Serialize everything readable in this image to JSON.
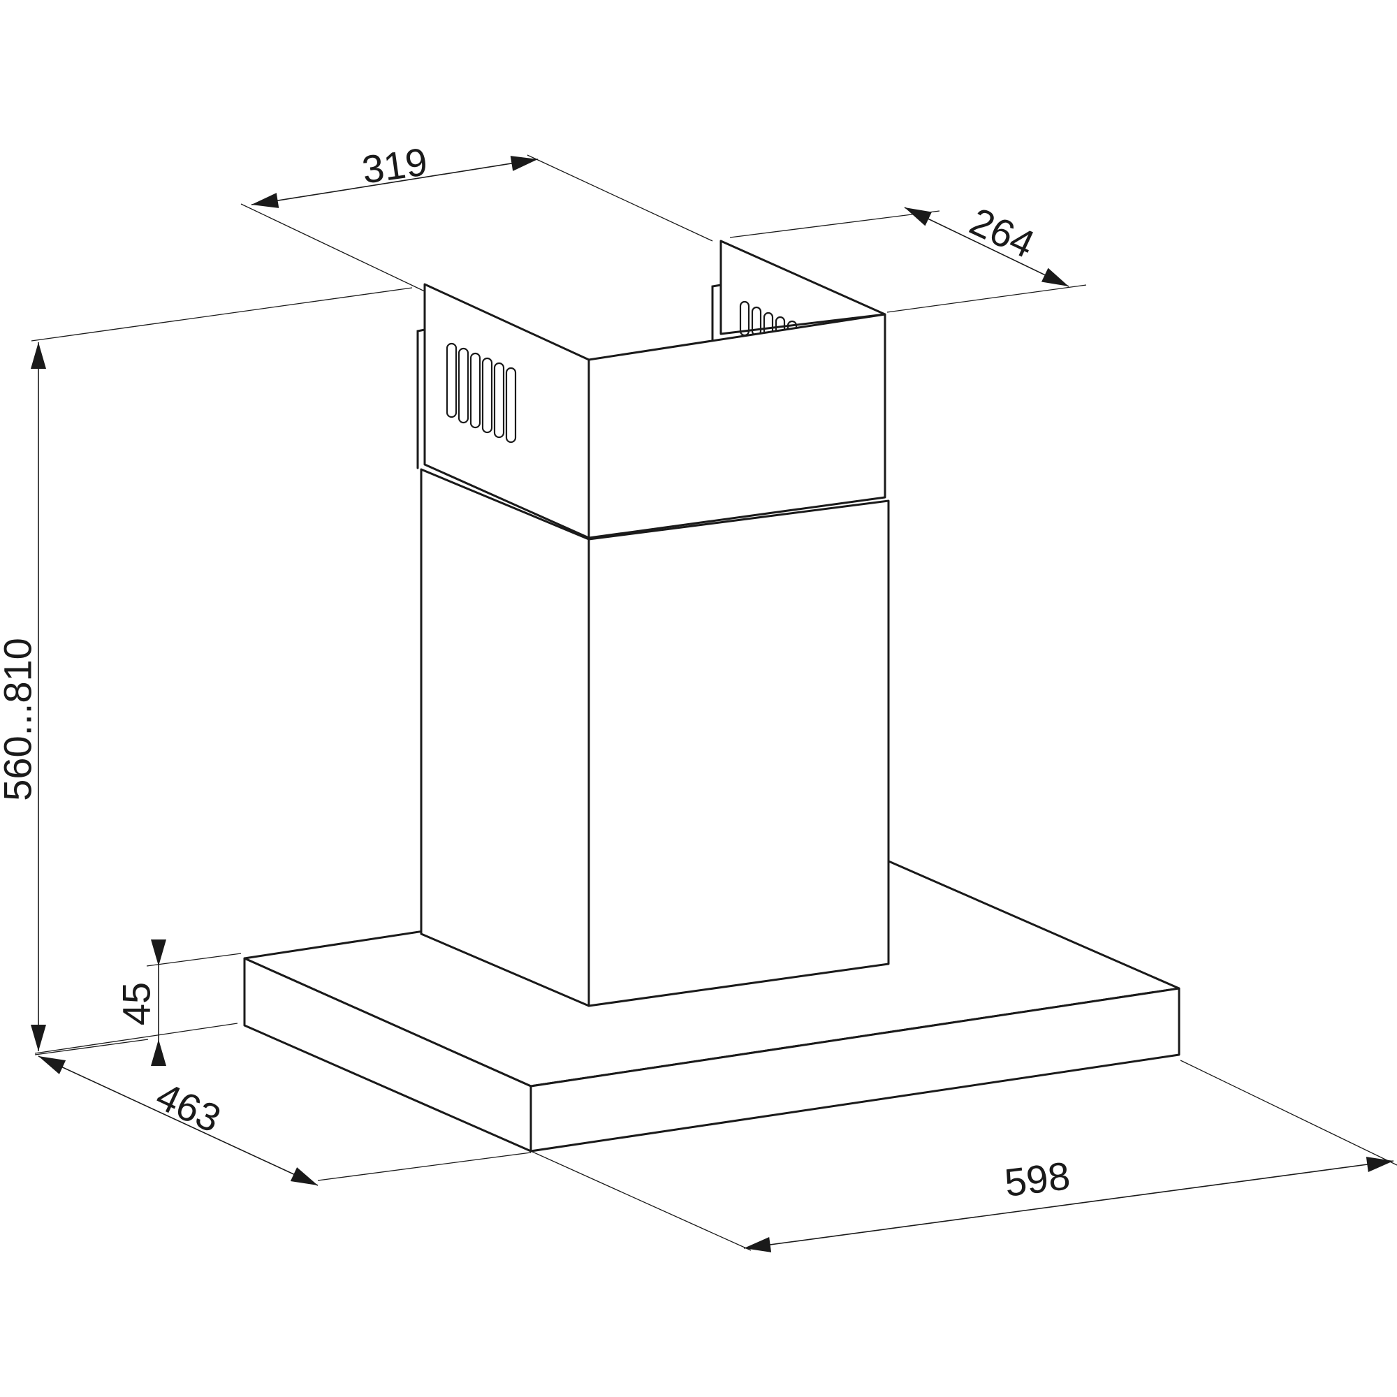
{
  "dimensions": {
    "top_width": "319",
    "top_depth": "264",
    "height_range": "560...810",
    "canopy_height": "45",
    "canopy_depth": "463",
    "canopy_width": "598"
  },
  "colors": {
    "line": "#1a1a1a",
    "background": "#ffffff"
  }
}
